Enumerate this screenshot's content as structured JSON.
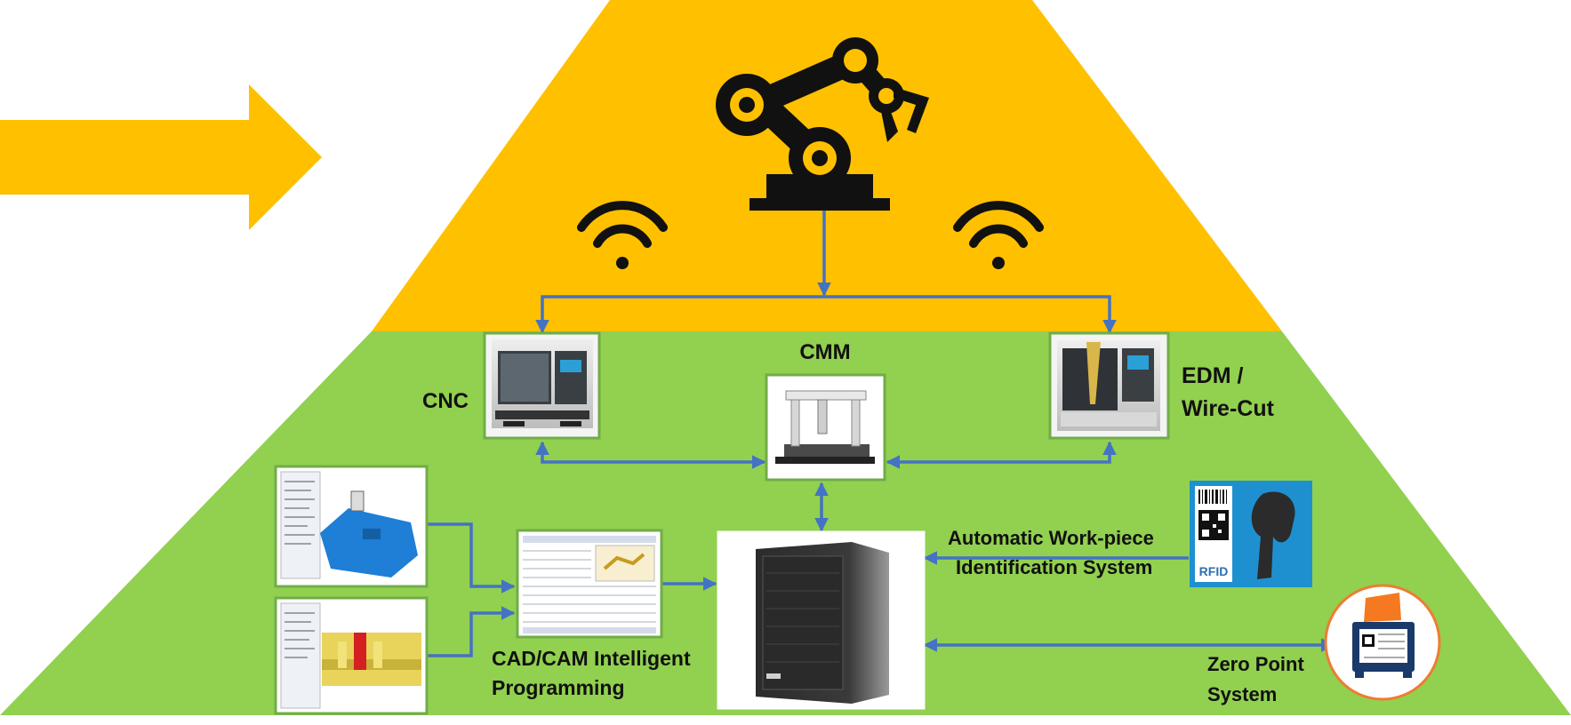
{
  "diagram": {
    "labels": {
      "cnc": "CNC",
      "cmm": "CMM",
      "edm_line1": "EDM /",
      "edm_line2": "Wire-Cut",
      "cadcam_line1": "CAD/CAM Intelligent",
      "cadcam_line2": "Programming",
      "auto_id_line1": "Automatic Work-piece",
      "auto_id_line2": "Identification System",
      "zero_line1": "Zero Point",
      "zero_line2": "System"
    },
    "rfid_tag_text": "RFID",
    "icons": [
      "right-arrow-icon",
      "robot-arm-icon",
      "wifi-icon",
      "cnc-machine-icon",
      "cmm-machine-icon",
      "edm-machine-icon",
      "server-tower-icon",
      "barcode-scanner-icon",
      "zero-point-fixture-icon"
    ],
    "colors": {
      "top_tier": "#FFC000",
      "bottom_tier": "#92D050",
      "arrow": "#FFC000",
      "connector": "#4472C4",
      "image_border": "#70AD47",
      "zero_circle_border": "#ED7D31",
      "rfid_panel": "#1E90D0"
    }
  }
}
